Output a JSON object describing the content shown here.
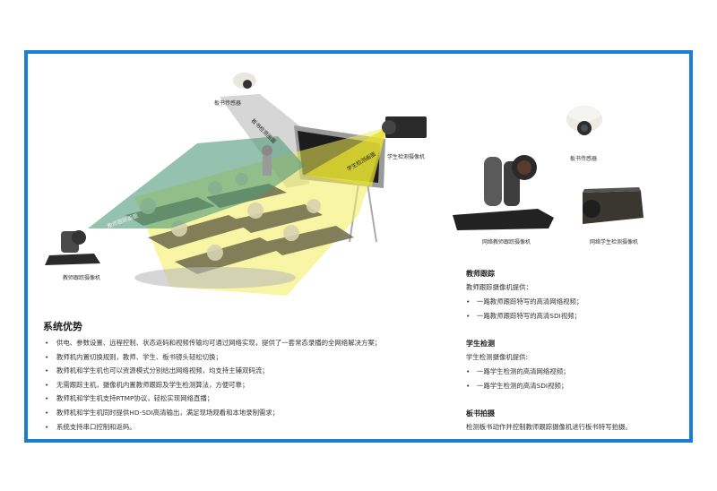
{
  "colors": {
    "frame": "#1a7fd4",
    "teacher_beam": "#4f9a7a",
    "student_beam": "#f3ec5a",
    "board_beam": "#bfbfbf"
  },
  "diagram": {
    "board_sensor_label": "板书传感器",
    "board_beam_label": "板书检测画面",
    "student_camera_label": "学生检测摄像机",
    "student_beam_label": "学生检测画面",
    "teacher_camera_label": "教师跟踪摄像机",
    "teacher_beam_label": "教师跟踪画面"
  },
  "products": {
    "board_sensor": "板书传感器",
    "teacher_camera": "网络教师跟踪摄像机",
    "student_camera": "网络学生检测摄像机"
  },
  "advantages": {
    "title": "系统优势",
    "items": [
      "供电、参数设置、远程控制、状态返码和视频传输均可通过网络实现，提供了一套常态录播的全网络解决方案；",
      "教师机内置切换规则，教师、学生、板书镜头轻松切换；",
      "教师机和学生机也可以资源模式分别给出网络视频，均支持主辅双码流；",
      "无需跟踪主机，摄像机内置教师跟踪及学生检测算法，方便可靠；",
      "教师机和学生机支持RTMP协议，轻松实现网络直播；",
      "教师机和学生机同时提供HD-SDI高清输出，满足现场观看和本地录制需求；",
      "系统支持串口控制和返码。"
    ]
  },
  "sections": {
    "teacher": {
      "title": "教师跟踪",
      "intro": "教师跟踪摄像机提供：",
      "bullets": [
        "一路教师跟踪特写的高清网络视频；",
        "一路教师跟踪特写的高清SDI视频；"
      ]
    },
    "student": {
      "title": "学生检测",
      "intro": "学生检测摄像机提供:",
      "bullets": [
        "一路学生检测的高清网络视频；",
        "一路学生检测的高清SDI视频；"
      ]
    },
    "board": {
      "title": "板书拍摄",
      "text": "检测板书动作并控制教师跟踪摄像机进行板书特写拍摄。"
    }
  },
  "bullet_char": "•"
}
